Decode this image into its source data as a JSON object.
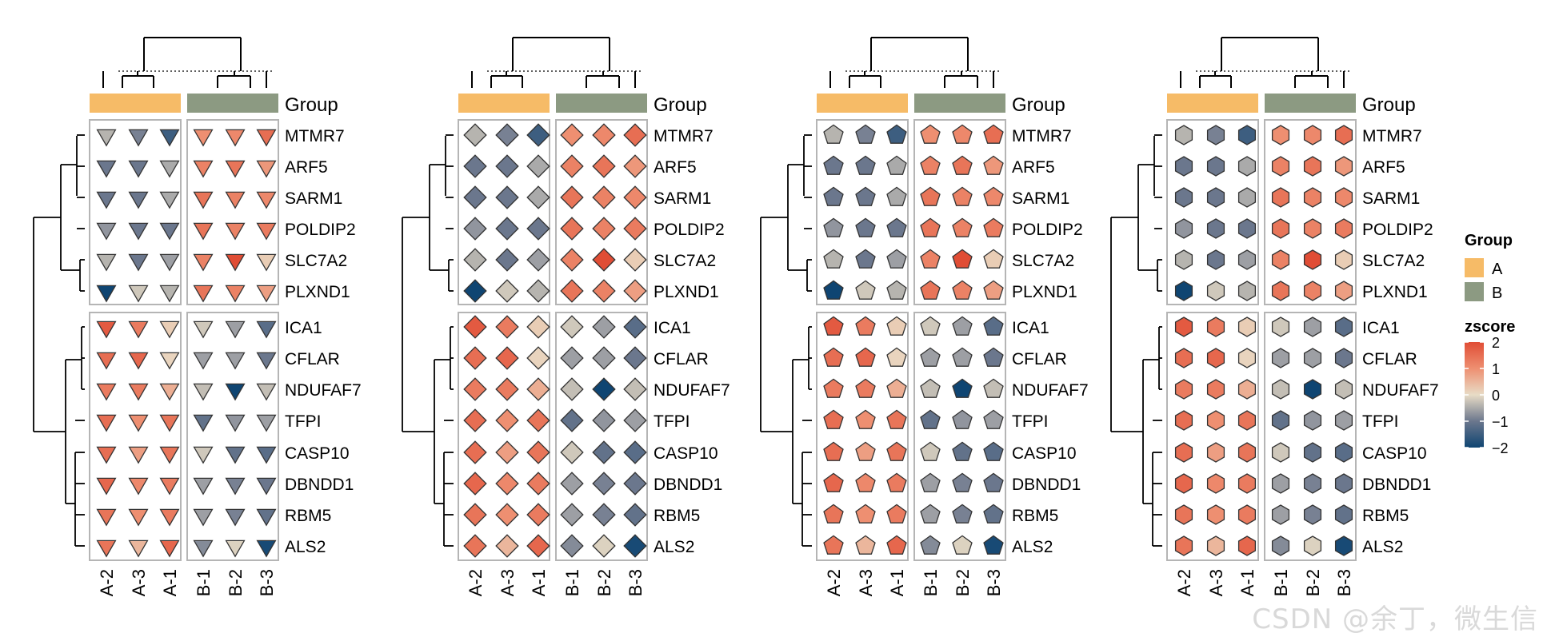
{
  "chart_data": [
    {
      "type": "heatmap",
      "marker": "triangle-down",
      "rows": [
        "MTMR7",
        "ARF5",
        "SARM1",
        "POLDIP2",
        "SLC7A2",
        "PLXND1",
        "ICA1",
        "CFLAR",
        "NDUFAF7",
        "TFPI",
        "CASP10",
        "DBNDD1",
        "RBM5",
        "ALS2"
      ],
      "row_groups": [
        [
          "MTMR7",
          "ARF5",
          "SARM1",
          "POLDIP2",
          "SLC7A2",
          "PLXND1"
        ],
        [
          "ICA1",
          "CFLAR",
          "NDUFAF7",
          "TFPI",
          "CASP10",
          "DBNDD1",
          "RBM5",
          "ALS2"
        ]
      ],
      "columns": [
        "A-2",
        "A-3",
        "A-1",
        "B-1",
        "B-2",
        "B-3"
      ],
      "column_group": [
        "A",
        "A",
        "A",
        "B",
        "B",
        "B"
      ],
      "values_key": "zscore"
    },
    {
      "type": "heatmap",
      "marker": "diamond",
      "rows": [
        "MTMR7",
        "ARF5",
        "SARM1",
        "POLDIP2",
        "SLC7A2",
        "PLXND1",
        "ICA1",
        "CFLAR",
        "NDUFAF7",
        "TFPI",
        "CASP10",
        "DBNDD1",
        "RBM5",
        "ALS2"
      ],
      "row_groups": [
        [
          "MTMR7",
          "ARF5",
          "SARM1",
          "POLDIP2",
          "SLC7A2",
          "PLXND1"
        ],
        [
          "ICA1",
          "CFLAR",
          "NDUFAF7",
          "TFPI",
          "CASP10",
          "DBNDD1",
          "RBM5",
          "ALS2"
        ]
      ],
      "columns": [
        "A-2",
        "A-3",
        "A-1",
        "B-1",
        "B-2",
        "B-3"
      ],
      "column_group": [
        "A",
        "A",
        "A",
        "B",
        "B",
        "B"
      ],
      "values_key": "zscore"
    },
    {
      "type": "heatmap",
      "marker": "pentagon",
      "rows": [
        "MTMR7",
        "ARF5",
        "SARM1",
        "POLDIP2",
        "SLC7A2",
        "PLXND1",
        "ICA1",
        "CFLAR",
        "NDUFAF7",
        "TFPI",
        "CASP10",
        "DBNDD1",
        "RBM5",
        "ALS2"
      ],
      "row_groups": [
        [
          "MTMR7",
          "ARF5",
          "SARM1",
          "POLDIP2",
          "SLC7A2",
          "PLXND1"
        ],
        [
          "ICA1",
          "CFLAR",
          "NDUFAF7",
          "TFPI",
          "CASP10",
          "DBNDD1",
          "RBM5",
          "ALS2"
        ]
      ],
      "columns": [
        "A-2",
        "A-3",
        "A-1",
        "B-1",
        "B-2",
        "B-3"
      ],
      "column_group": [
        "A",
        "A",
        "A",
        "B",
        "B",
        "B"
      ],
      "values_key": "zscore"
    },
    {
      "type": "heatmap",
      "marker": "hexagon",
      "rows": [
        "MTMR7",
        "ARF5",
        "SARM1",
        "POLDIP2",
        "SLC7A2",
        "PLXND1",
        "ICA1",
        "CFLAR",
        "NDUFAF7",
        "TFPI",
        "CASP10",
        "DBNDD1",
        "RBM5",
        "ALS2"
      ],
      "row_groups": [
        [
          "MTMR7",
          "ARF5",
          "SARM1",
          "POLDIP2",
          "SLC7A2",
          "PLXND1"
        ],
        [
          "ICA1",
          "CFLAR",
          "NDUFAF7",
          "TFPI",
          "CASP10",
          "DBNDD1",
          "RBM5",
          "ALS2"
        ]
      ],
      "columns": [
        "A-2",
        "A-3",
        "A-1",
        "B-1",
        "B-2",
        "B-3"
      ],
      "column_group": [
        "A",
        "A",
        "A",
        "B",
        "B",
        "B"
      ],
      "values_key": "zscore"
    }
  ],
  "zscore": [
    [
      -0.4,
      -0.9,
      -1.5,
      1.0,
      1.1,
      1.5
    ],
    [
      -1.0,
      -1.0,
      -0.5,
      1.2,
      1.4,
      0.9
    ],
    [
      -1.0,
      -1.0,
      -0.5,
      1.4,
      1.2,
      1.1
    ],
    [
      -0.7,
      -1.0,
      -1.0,
      1.4,
      1.2,
      1.3
    ],
    [
      -0.4,
      -1.0,
      -0.6,
      1.2,
      2.0,
      0.2
    ],
    [
      -2.3,
      -0.2,
      -0.4,
      1.4,
      1.2,
      0.8
    ],
    [
      1.8,
      1.3,
      0.2,
      -0.2,
      -0.6,
      -1.2
    ],
    [
      1.5,
      1.6,
      0.1,
      -0.6,
      -0.6,
      -1.0
    ],
    [
      1.3,
      1.3,
      0.6,
      -0.3,
      -2.0,
      -0.3
    ],
    [
      1.5,
      1.0,
      1.4,
      -1.1,
      -0.7,
      -0.6
    ],
    [
      1.5,
      0.8,
      1.4,
      -0.2,
      -1.1,
      -1.2
    ],
    [
      1.6,
      1.1,
      1.3,
      -0.6,
      -0.9,
      -1.0
    ],
    [
      1.4,
      1.0,
      1.3,
      -0.6,
      -0.9,
      -1.1
    ],
    [
      1.4,
      0.5,
      1.6,
      -0.8,
      -0.1,
      -1.9
    ]
  ],
  "annotation": {
    "name": "Group",
    "label": "Group",
    "colors": {
      "A": "#F6BB67",
      "B": "#8C9A82"
    }
  },
  "legend": {
    "group_title": "Group",
    "group_items": [
      {
        "label": "A",
        "color": "#F6BB67"
      },
      {
        "label": "B",
        "color": "#8C9A82"
      }
    ],
    "zscore_title": "zscore",
    "zscore_ticks": [
      {
        "value": 2,
        "label": "2"
      },
      {
        "value": 1,
        "label": "1"
      },
      {
        "value": 0,
        "label": "0"
      },
      {
        "value": -1,
        "label": "−1"
      },
      {
        "value": -2,
        "label": "−2"
      }
    ]
  },
  "colors": {
    "low": "#0F4572",
    "mid_low": "#6B778D",
    "neutral": "#E8DCC6",
    "mid_high": "#EE8F71",
    "high": "#E04D35"
  },
  "watermark": "CSDN @余丁，微生信"
}
